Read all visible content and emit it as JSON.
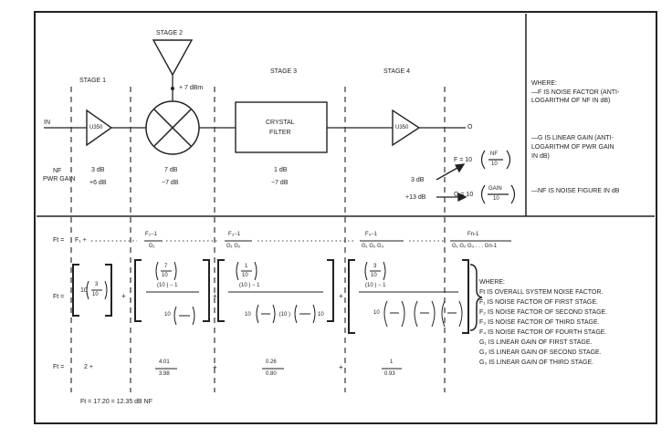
{
  "stages": {
    "s1": "STAGE 1",
    "s2": "STAGE 2",
    "s3": "STAGE 3",
    "s4": "STAGE 4",
    "lo_power": "+ 7 dBm"
  },
  "blocks": {
    "amp1": "U350",
    "filter_line1": "CRYSTAL",
    "filter_line2": "FILTER",
    "amp2": "U350"
  },
  "io": {
    "input": "IN",
    "output": "O"
  },
  "row_labels": {
    "nf": "NF",
    "gain": "PWR GAIN"
  },
  "values": {
    "nf": [
      "3 dB",
      "7 dB",
      "1 dB",
      ""
    ],
    "gain": [
      "+6 dB",
      "−7 dB",
      "−7 dB",
      ""
    ],
    "nf4": "3 dB",
    "gain4": "+13 dB"
  },
  "formulas": {
    "F": "F = 10",
    "G": "G = 10",
    "F_num": "NF",
    "F_den": "10",
    "G_num": "GAIN",
    "G_den": "10"
  },
  "notes_top": [
    "WHERE:",
    "—F IS NOISE FACTOR (ANTI-",
    "LOGARITHM OF NF IN dB)",
    "—G IS LINEAR GAIN (ANTI-",
    "LOGARITHM OF PWR GAIN",
    "IN dB)",
    "—NF IS NOISE FIGURE IN dB"
  ],
  "eq": {
    "ft_lhs": "Ft =",
    "t1": "F₁ +",
    "t2_num": "F₂−1",
    "t2_den": "G₁",
    "t3_num": "F₃−1",
    "t3_den": "G₁  G₂",
    "t4_num": "F₄−1",
    "t4_den": "G₁  G₂  G₃",
    "tn_num": "Fn-1",
    "tn_den": "G₁ G₂ G₃ . . . Gn-1"
  },
  "subst": {
    "lhs": "Ft =",
    "plus": "+",
    "b1_pre": "10",
    "b1_num": "3",
    "b1_den": "10",
    "b2_num": "7",
    "b2_den": "10",
    "b2_mid": "(10  ) − 1",
    "b2_bot": "10",
    "b3_num": "1",
    "b3_den": "10",
    "b3_mid": "(10  ) − 1",
    "b3_bot_a": "10",
    "b3_bot_b": "10",
    "b3_bot_mid": "· (10  )",
    "b4_num": "3",
    "b4_den": "10",
    "b4_mid": "(10  ) − 1",
    "b4_bot": "10"
  },
  "results": {
    "lhs": "Ft =",
    "r1": "2 +",
    "r2_num": "4.01",
    "r2_den": "3.98",
    "r3_num": "0.26",
    "r3_den": "0.80",
    "r4_num": "1",
    "r4_den": "0.93",
    "plus": "+"
  },
  "final": "Ft = 17.20  = 12.35 dB NF",
  "notes_bottom": [
    "WHERE:",
    "Ft IS OVERALL SYSTEM NOISE FACTOR.",
    "F₁ IS NOISE FACTOR OF FIRST STAGE.",
    "F₂ IS NOISE FACTOR OF SECOND STAGE.",
    "F₃ IS NOISE FACTOR OF THIRD STAGE.",
    "F₄ IS NOISE FACTOR OF FOURTH STAGE.",
    "G₁ IS LINEAR GAIN OF FIRST STAGE.",
    "G₂ IS LINEAR GAIN OF SECOND STAGE.",
    "G₃ IS LINEAR GAIN OF THIRD STAGE."
  ]
}
